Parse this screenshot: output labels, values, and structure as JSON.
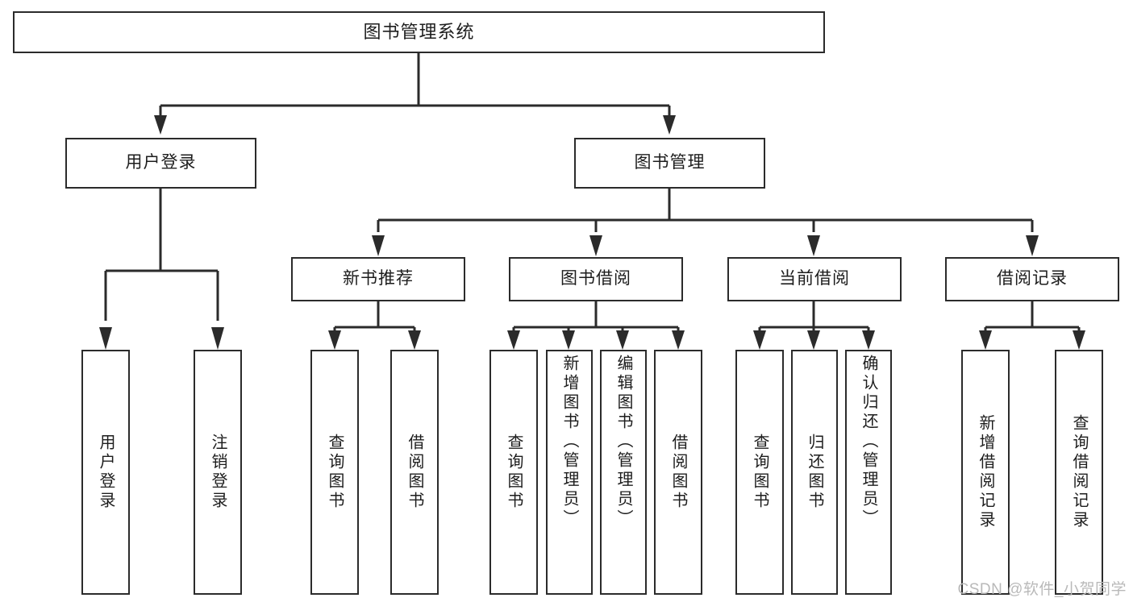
{
  "diagram": {
    "type": "tree-hierarchy",
    "title": "图书管理系统",
    "root": {
      "id": "root",
      "label": "图书管理系统"
    },
    "level2": [
      {
        "id": "user-login",
        "label": "用户登录"
      },
      {
        "id": "book-manage",
        "label": "图书管理"
      }
    ],
    "level3": [
      {
        "id": "new-book-recommend",
        "label": "新书推荐",
        "parent": "book-manage"
      },
      {
        "id": "book-borrow",
        "label": "图书借阅",
        "parent": "book-manage"
      },
      {
        "id": "current-borrow",
        "label": "当前借阅",
        "parent": "book-manage"
      },
      {
        "id": "borrow-record",
        "label": "借阅记录",
        "parent": "book-manage"
      }
    ],
    "leaves": [
      {
        "id": "leaf-user-login",
        "label": "用户登录",
        "parent": "user-login"
      },
      {
        "id": "leaf-logout-login",
        "label": "注销登录",
        "parent": "user-login"
      },
      {
        "id": "leaf-query-book-1",
        "label": "查询图书",
        "parent": "new-book-recommend"
      },
      {
        "id": "leaf-borrow-book-1",
        "label": "借阅图书",
        "parent": "new-book-recommend"
      },
      {
        "id": "leaf-query-book-2",
        "label": "查询图书",
        "parent": "book-borrow"
      },
      {
        "id": "leaf-add-book",
        "label": "新增图书（管理员）",
        "parent": "book-borrow"
      },
      {
        "id": "leaf-edit-book",
        "label": "编辑图书（管理员）",
        "parent": "book-borrow"
      },
      {
        "id": "leaf-borrow-book-2",
        "label": "借阅图书",
        "parent": "book-borrow"
      },
      {
        "id": "leaf-query-book-3",
        "label": "查询图书",
        "parent": "current-borrow"
      },
      {
        "id": "leaf-return-book",
        "label": "归还图书",
        "parent": "current-borrow"
      },
      {
        "id": "leaf-confirm-return",
        "label": "确认归还（管理员）",
        "parent": "current-borrow"
      },
      {
        "id": "leaf-add-record",
        "label": "新增借阅记录",
        "parent": "borrow-record"
      },
      {
        "id": "leaf-query-record",
        "label": "查询借阅记录",
        "parent": "borrow-record"
      }
    ]
  },
  "watermark": {
    "text": "CSDN @软件_小贺同学"
  },
  "colors": {
    "stroke": "#2b2b2b",
    "box_fill": "#ffffff",
    "text": "#1d1d1d",
    "watermark": "#b9b9b9",
    "background": "#ffffff"
  }
}
